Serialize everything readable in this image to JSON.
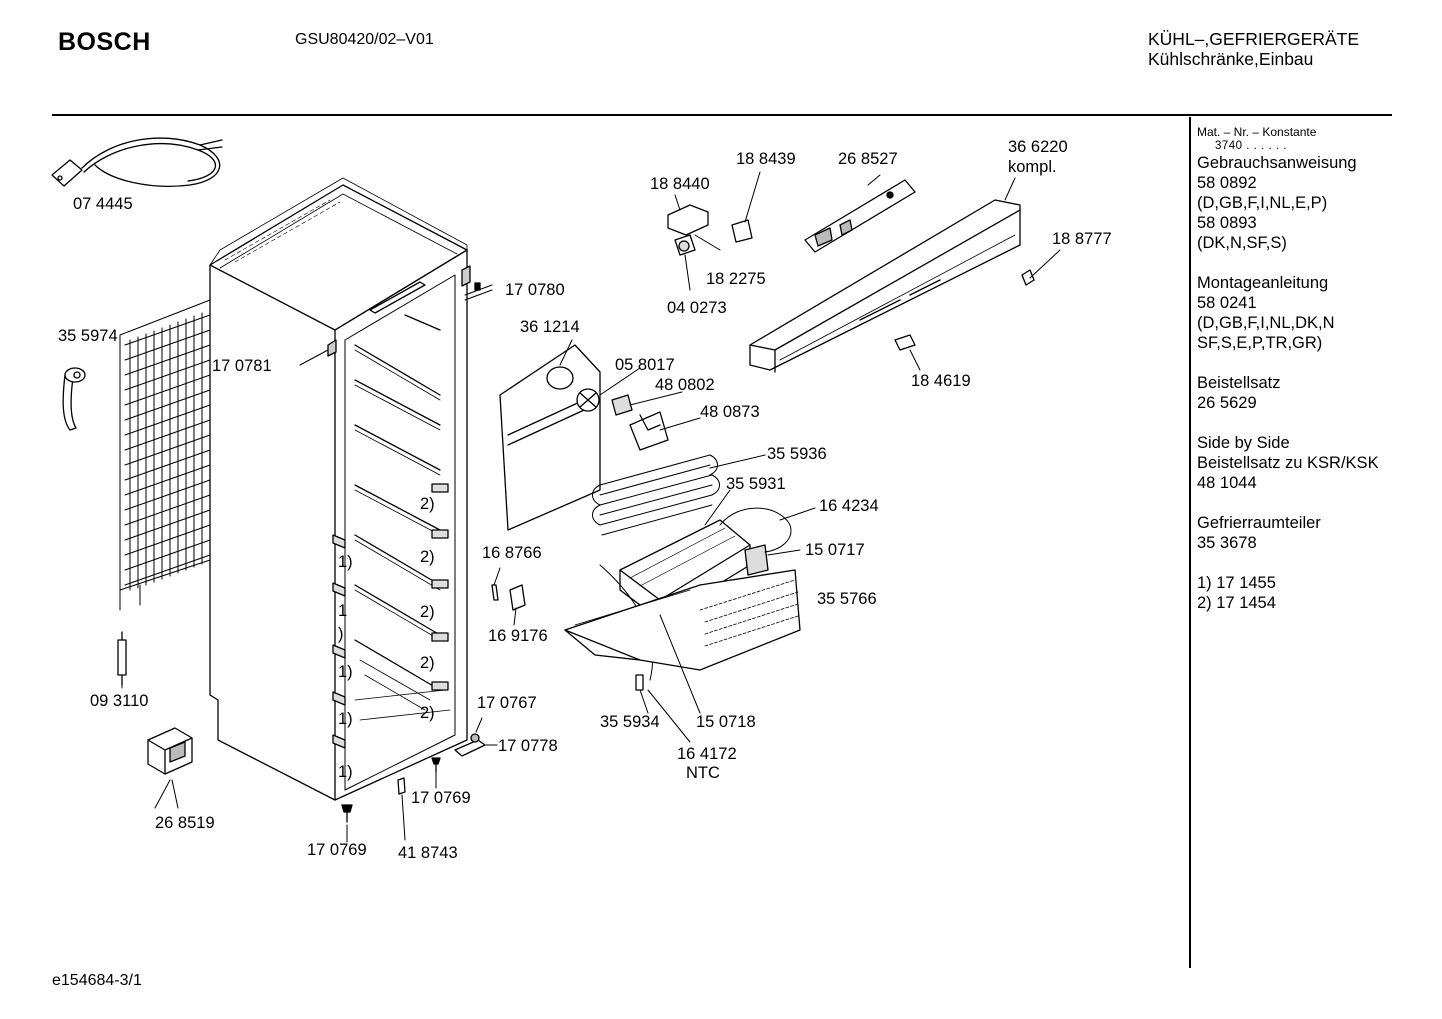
{
  "header": {
    "brand": "BOSCH",
    "model": "GSU80420/02–V01",
    "category_line1": "KÜHL–,GEFRIERGERÄTE",
    "category_line2": "Kühlschränke,Einbau"
  },
  "footer": {
    "drawing_id": "e154684-3/1"
  },
  "side_panel": {
    "mat_label": "Mat. – Nr. – Konstante",
    "konstante": "3740 . . . . . .",
    "groups": [
      {
        "lines": [
          "Gebrauchsanweisung",
          "58 0892",
          "(D,GB,F,I,NL,E,P)",
          "58 0893",
          "(DK,N,SF,S)"
        ]
      },
      {
        "lines": [
          "Montageanleitung",
          "58 0241",
          "(D,GB,F,I,NL,DK,N",
          "SF,S,E,P,TR,GR)"
        ]
      },
      {
        "lines": [
          "Beistellsatz",
          "26 5629"
        ]
      },
      {
        "lines": [
          "Side by Side",
          "Beistellsatz zu KSR/KSK",
          "48 1044"
        ]
      },
      {
        "lines": [
          "Gefrierraumteiler",
          "35 3678"
        ]
      },
      {
        "lines": [
          "",
          "1) 17 1455",
          "2) 17 1454"
        ]
      }
    ]
  },
  "parts": [
    {
      "id": "p074445",
      "text": "07 4445"
    },
    {
      "id": "p355974",
      "text": "35 5974"
    },
    {
      "id": "p093110",
      "text": "09 3110"
    },
    {
      "id": "p268519",
      "text": "26 8519"
    },
    {
      "id": "p170769a",
      "text": "17 0769"
    },
    {
      "id": "p418743",
      "text": "41 8743"
    },
    {
      "id": "p170769b",
      "text": "17 0769"
    },
    {
      "id": "p170778",
      "text": "17 0778"
    },
    {
      "id": "p170767",
      "text": "17 0767"
    },
    {
      "id": "p170781",
      "text": "17 0781"
    },
    {
      "id": "p170780",
      "text": "17 0780"
    },
    {
      "id": "p361214",
      "text": "36 1214"
    },
    {
      "id": "p058017",
      "text": "05 8017"
    },
    {
      "id": "p480802",
      "text": "48 0802"
    },
    {
      "id": "p480873",
      "text": "48 0873"
    },
    {
      "id": "p355936",
      "text": "35 5936"
    },
    {
      "id": "p355931",
      "text": "35 5931"
    },
    {
      "id": "p164234",
      "text": "16 4234"
    },
    {
      "id": "p150717",
      "text": "15  0717"
    },
    {
      "id": "p355766",
      "text": "35 5766"
    },
    {
      "id": "p168766",
      "text": "16 8766"
    },
    {
      "id": "p169176",
      "text": "16 9176"
    },
    {
      "id": "p355934",
      "text": "35 5934"
    },
    {
      "id": "p150718",
      "text": "15  0718"
    },
    {
      "id": "p164172",
      "text": "16 4172"
    },
    {
      "id": "pntc",
      "text": "NTC"
    },
    {
      "id": "p188440",
      "text": "18 8440"
    },
    {
      "id": "p188439",
      "text": "18 8439"
    },
    {
      "id": "p268527",
      "text": "26 8527"
    },
    {
      "id": "p366220",
      "text": "36 6220"
    },
    {
      "id": "pkompl",
      "text": "kompl."
    },
    {
      "id": "p188777",
      "text": "18 8777"
    },
    {
      "id": "p182275",
      "text": "18 2275"
    },
    {
      "id": "p040273",
      "text": "04 0273"
    },
    {
      "id": "p184619",
      "text": "18 4619"
    }
  ],
  "footnote_marks": [
    {
      "id": "m1",
      "text": "2)"
    },
    {
      "id": "m2",
      "text": "1)"
    },
    {
      "id": "m3",
      "text": "2)"
    },
    {
      "id": "m4",
      "text": "1"
    },
    {
      "id": "m5",
      "text": "2)"
    },
    {
      "id": "m6",
      "text": ")"
    },
    {
      "id": "m7",
      "text": "1)"
    },
    {
      "id": "m8",
      "text": "2)"
    },
    {
      "id": "m9",
      "text": "1)"
    },
    {
      "id": "m10",
      "text": "2)"
    },
    {
      "id": "m11",
      "text": "1)"
    }
  ]
}
